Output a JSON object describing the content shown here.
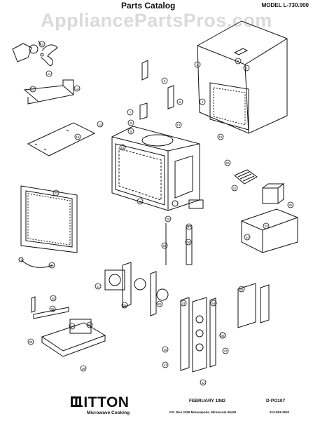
{
  "header": {
    "title": "Parts Catalog",
    "model": "MODEL L-730.000"
  },
  "watermark": "AppliancePartsPros.com",
  "footer": {
    "brand": "LITTON",
    "brand_subtitle": "Microwave Cooking",
    "date": "FEBRUARY 1982",
    "doc_number": "D-PO107",
    "address": "P.O. Box 2455 Minneapolis, Minnesota 55440",
    "phone": "612-553-2500"
  },
  "callouts": [
    "1",
    "2",
    "3",
    "4",
    "5",
    "6",
    "7",
    "8",
    "9",
    "10",
    "11",
    "12",
    "13",
    "14",
    "15",
    "16",
    "17",
    "18",
    "19",
    "20",
    "21",
    "22",
    "23",
    "24",
    "25",
    "26",
    "27",
    "28",
    "29",
    "30",
    "31",
    "32",
    "33",
    "34",
    "35",
    "36",
    "37",
    "38",
    "39",
    "40",
    "41",
    "42",
    "43",
    "44",
    "45",
    "46",
    "47",
    "48",
    "49",
    "50",
    "51",
    "52",
    "53",
    "54",
    "55",
    "56",
    "57",
    "58",
    "59",
    "60",
    "61",
    "62",
    "63",
    "64",
    "65"
  ],
  "colors": {
    "ink": "#111111",
    "paper": "#ffffff"
  }
}
